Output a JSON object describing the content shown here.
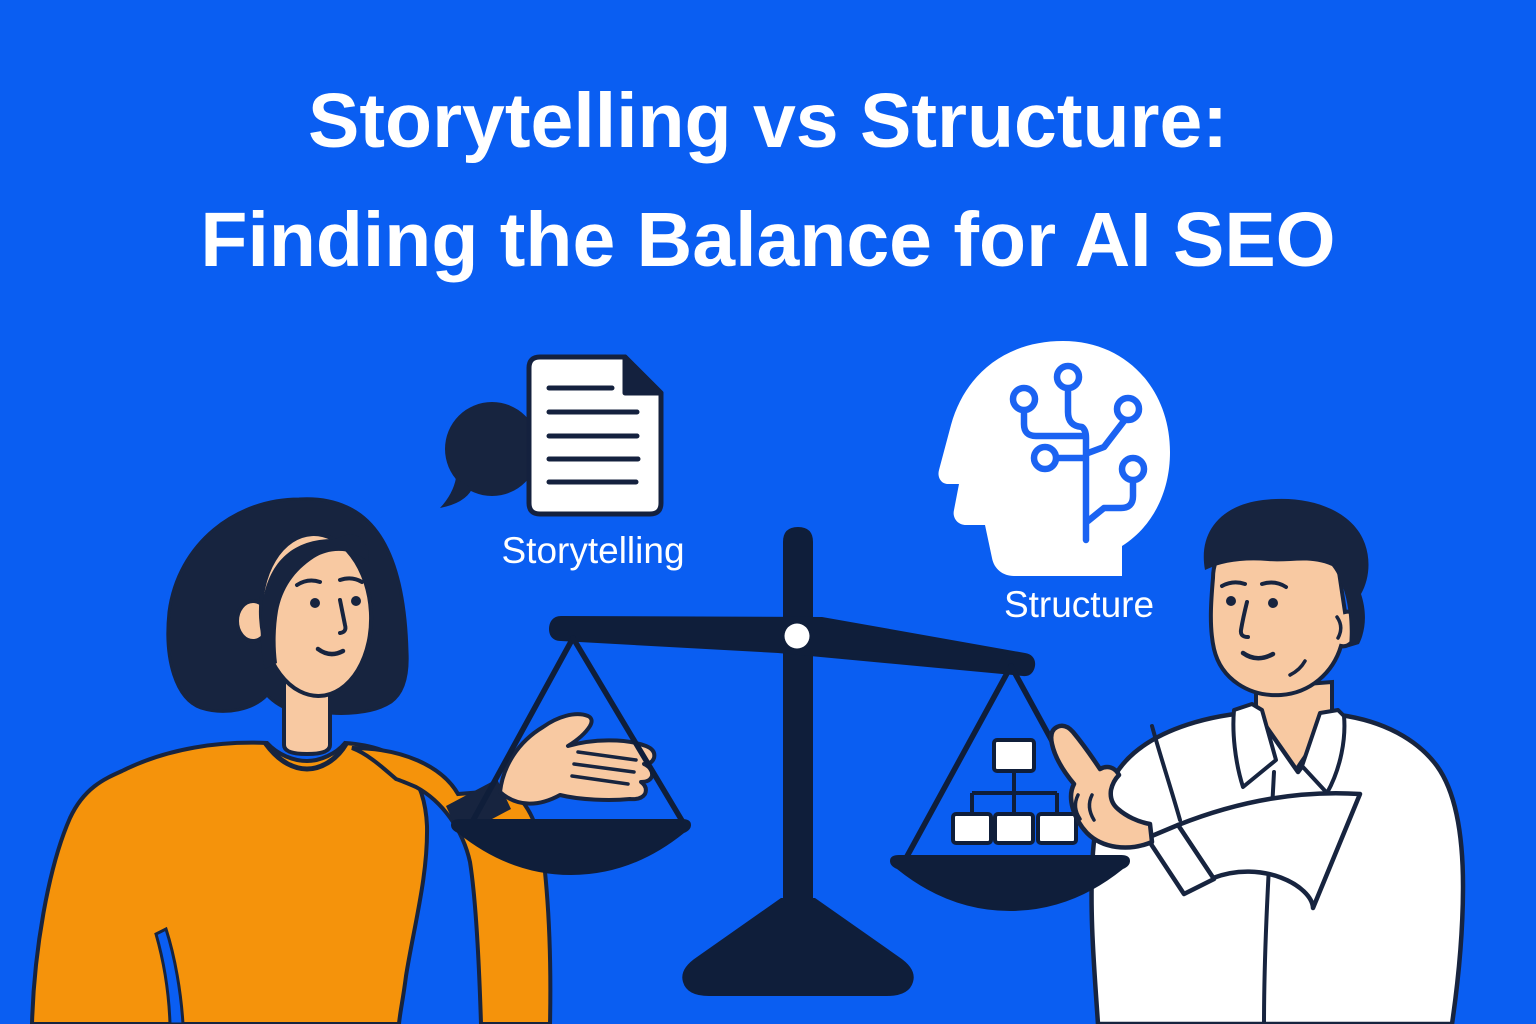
{
  "page": {
    "type": "blog-header-illustration",
    "background_color": "#0a5ef2"
  },
  "title": {
    "line1": "Storytelling vs Structure:",
    "line2": "Finding the Balance for AI SEO",
    "color": "#ffffff"
  },
  "concepts": {
    "left": {
      "label": "Storytelling",
      "icon": "document-with-speech-bubble-icon"
    },
    "right": {
      "label": "Structure",
      "icon": "head-with-circuit-tree-icon"
    }
  },
  "scale": {
    "icon": "balance-scale-icon",
    "left_pan_content": "held-near-woman-open-hand",
    "right_pan_content": "flowchart-hierarchy-icon",
    "tilt": "right-pan-lower"
  },
  "characters": {
    "left": "woman-dark-bob-hair-orange-sweater",
    "right": "man-dark-hair-white-shirt-pointing"
  },
  "colors": {
    "background": "#0a5ef2",
    "ink_navy": "#17243f",
    "scale_navy": "#0f1e3a",
    "orange": "#f5930b",
    "skin": "#f8c9a2",
    "white": "#ffffff",
    "circuit_blue": "#1b63f2"
  }
}
